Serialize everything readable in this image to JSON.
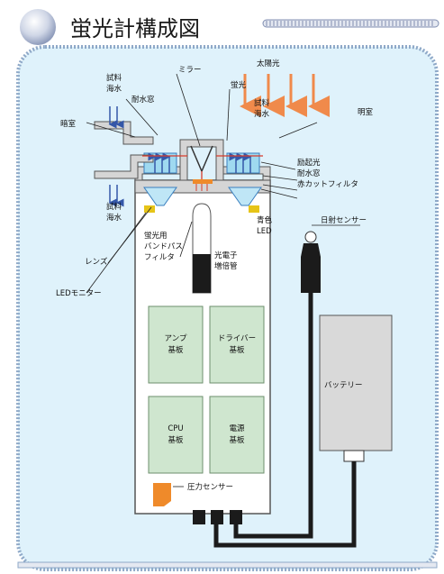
{
  "title": "蛍光計構成図",
  "colors": {
    "panel": "#dff2fb",
    "panel_border": "#8fa9c8",
    "body_fill": "#ffffff",
    "body_stroke": "#555555",
    "housing": "#d5d5d5",
    "board": "#cfe6cf",
    "water_blue": "#9fd9f0",
    "sun_orange": "#f08a4b",
    "red": "#d63c2c",
    "led_yellow": "#e6c418",
    "sensor_orange": "#ef8a2a",
    "cable": "#1b1b1b",
    "battery": "#d9d9d9"
  },
  "labels": {
    "sample_water_top": [
      "試料",
      "海水"
    ],
    "pressure_window_top": "耐水窓",
    "mirror": "ミラー",
    "sunlight": "太陽光",
    "fluorescence": "蛍光",
    "sample_water_right": [
      "試料",
      "海水"
    ],
    "bright_room": "明室",
    "dark_room": "暗室",
    "excitation_light": "励起光",
    "pressure_window_right": "耐水窓",
    "red_cut_filter": "赤カットフィルタ",
    "sample_water_bottom": [
      "試料",
      "海水"
    ],
    "blue_led": [
      "青色",
      "LED"
    ],
    "irradiance_sensor": "日射センサー",
    "lens": "レンズ",
    "bandpass_filter": [
      "蛍光用",
      "バンドパス",
      "フィルタ"
    ],
    "photomultiplier": [
      "光電子",
      "増倍管"
    ],
    "led_monitor": "LEDモニター",
    "battery": "バッテリー",
    "pressure_sensor": "圧力センサー"
  },
  "boards": {
    "amp": [
      "アンプ",
      "基板"
    ],
    "driver": [
      "ドライバー",
      "基板"
    ],
    "cpu": [
      "CPU",
      "基板"
    ],
    "power": [
      "電源",
      "基板"
    ]
  }
}
